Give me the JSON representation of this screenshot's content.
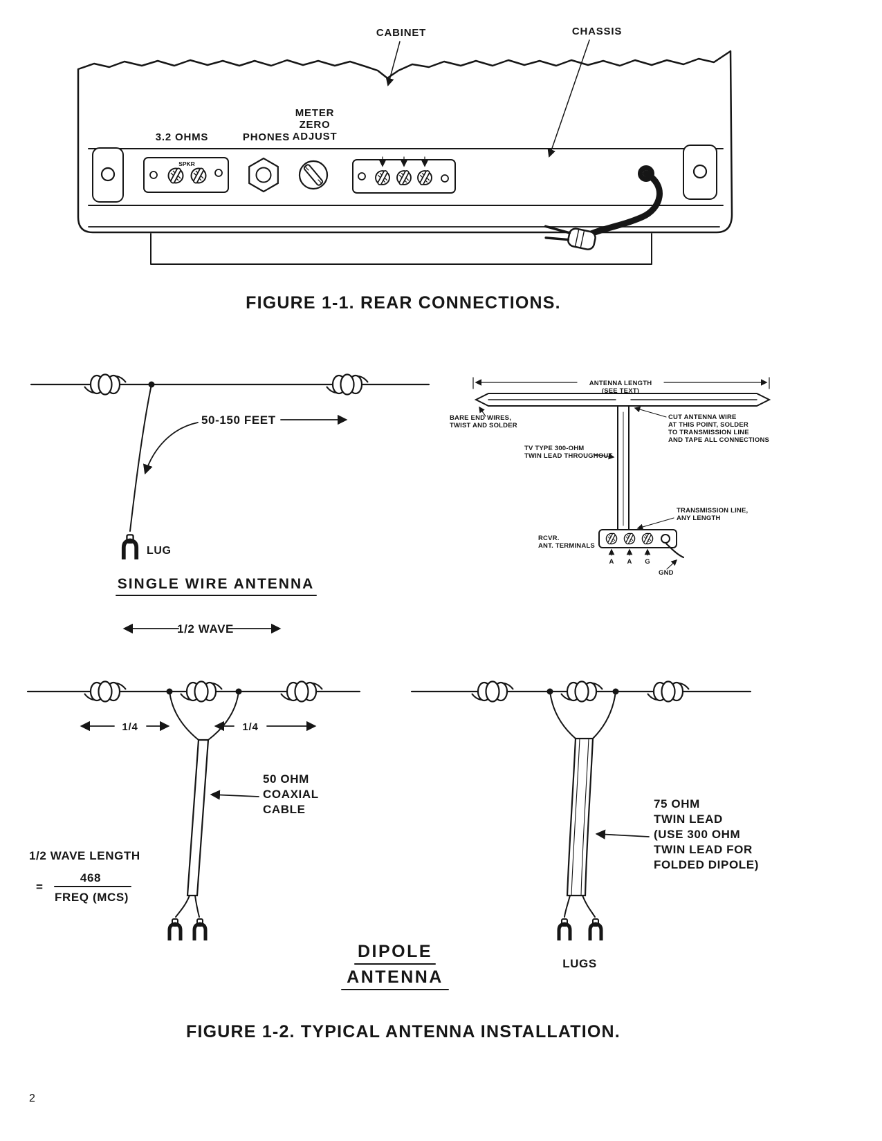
{
  "page": {
    "number": "2"
  },
  "fig1": {
    "caption": "FIGURE 1-1. REAR CONNECTIONS.",
    "cabinet": "CABINET",
    "chassis": "CHASSIS",
    "ohms": "3.2 OHMS",
    "phones": "PHONES",
    "meter": [
      "METER",
      "ZERO",
      "ADJUST"
    ],
    "spkr": "SPKR"
  },
  "single": {
    "feet": "50-150 FEET",
    "lug": "LUG",
    "title": "SINGLE WIRE ANTENNA",
    "half_wave": "1/2 WAVE"
  },
  "folded": {
    "antenna_length": [
      "ANTENNA LENGTH",
      "(SEE TEXT)"
    ],
    "bare": [
      "BARE END WIRES,",
      "TWIST AND SOLDER"
    ],
    "cut": [
      "CUT ANTENNA WIRE",
      "AT THIS POINT, SOLDER",
      "TO TRANSMISSION LINE",
      "AND TAPE ALL CONNECTIONS"
    ],
    "tv": [
      "TV TYPE 300-OHM",
      "TWIN LEAD THROUGHOUT"
    ],
    "trans": [
      "TRANSMISSION LINE,",
      "ANY LENGTH"
    ],
    "rcvr": [
      "RCVR.",
      "ANT. TERMINALS"
    ],
    "terms": [
      "A",
      "A",
      "G"
    ],
    "gnd": "GND"
  },
  "dipole": {
    "q1": "1/4",
    "q2": "1/4",
    "coax": [
      "50 OHM",
      "COAXIAL",
      "CABLE"
    ],
    "wave_len": "1/2 WAVE LENGTH",
    "eq": "=",
    "num": "468",
    "den": "FREQ (MCS)",
    "title": [
      "DIPOLE",
      "ANTENNA"
    ],
    "twin": [
      "75 OHM",
      "TWIN LEAD",
      "(USE 300 OHM",
      "TWIN LEAD FOR",
      "FOLDED DIPOLE)"
    ],
    "lugs": "LUGS"
  },
  "fig2": {
    "caption": "FIGURE 1-2. TYPICAL ANTENNA INSTALLATION."
  }
}
